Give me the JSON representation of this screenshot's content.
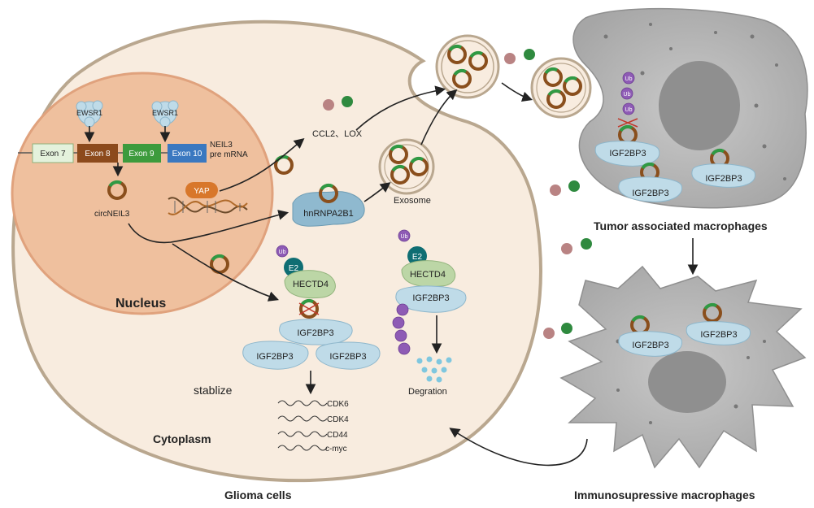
{
  "labels": {
    "ewsr1_left": "EWSR1",
    "ewsr1_right": "EWSR1",
    "exon7": "Exon 7",
    "exon8": "Exon 8",
    "exon9": "Exon 9",
    "exon10": "Exon 10",
    "neil3_pre_line1": "NEIL3",
    "neil3_pre_line2": "pre mRNA",
    "circneil3": "circNEIL3",
    "yap": "YAP",
    "nucleus": "Nucleus",
    "ccl2_lox": "CCL2、LOX",
    "hnrnpa2b1": "hnRNPA2B1",
    "exosome": "Exosome",
    "ub": "Ub",
    "e2": "E2",
    "hectd4": "HECTD4",
    "igf2bp3": "IGF2BP3",
    "stablize": "stablize",
    "cdk6": "CDK6",
    "cdk4": "CDK4",
    "cd44": "CD44",
    "cmyc": "c-myc",
    "degration": "Degration",
    "cytoplasm": "Cytoplasm",
    "glioma_cells": "Glioma cells",
    "tam": "Tumor associated macrophages",
    "immuno": "Immunosupressive macrophages"
  },
  "colors": {
    "cell_fill": "#f8ecdf",
    "cell_stroke": "#b9a78f",
    "nucleus_fill": "#efc09e",
    "nucleus_stroke": "#e0a27d",
    "exon7": "#e4f2dc",
    "exon8": "#8c4a1c",
    "exon9": "#3d9b3d",
    "exon10": "#3a78c0",
    "circrna": "#8a4f1d",
    "circrna_green": "#2f9a44",
    "protein_blue": "#bfdbe8",
    "hectd4": "#bcd6a6",
    "e2": "#0f6e73",
    "ub": "#8e5bb5",
    "yap": "#d8772b",
    "macrophage": "#b3b3b3",
    "macrophage_nucleus": "#8f8f8f"
  }
}
